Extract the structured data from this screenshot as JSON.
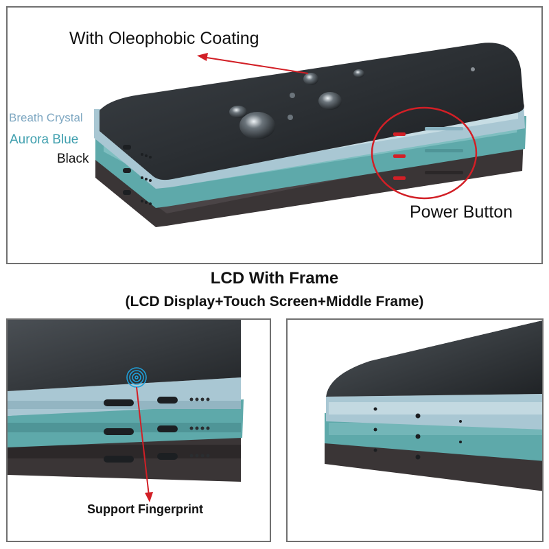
{
  "top_panel": {
    "coating_label": "With Oleophobic Coating",
    "power_label": "Power Button",
    "colors": [
      {
        "name": "Breath Crystal",
        "hex": "#a9c7d3"
      },
      {
        "name": "Aurora Blue",
        "hex": "#5ea9aa"
      },
      {
        "name": "Black",
        "hex": "#3a3536"
      }
    ],
    "annotation_color": "#d21f26"
  },
  "caption": {
    "title": "LCD With Frame",
    "subtitle": "(LCD Display+Touch Screen+Middle Frame)"
  },
  "bottom_left": {
    "fingerprint_label": "Support Fingerprint",
    "fingerprint_icon_color": "#1f9fd8"
  },
  "bottom_right": {}
}
